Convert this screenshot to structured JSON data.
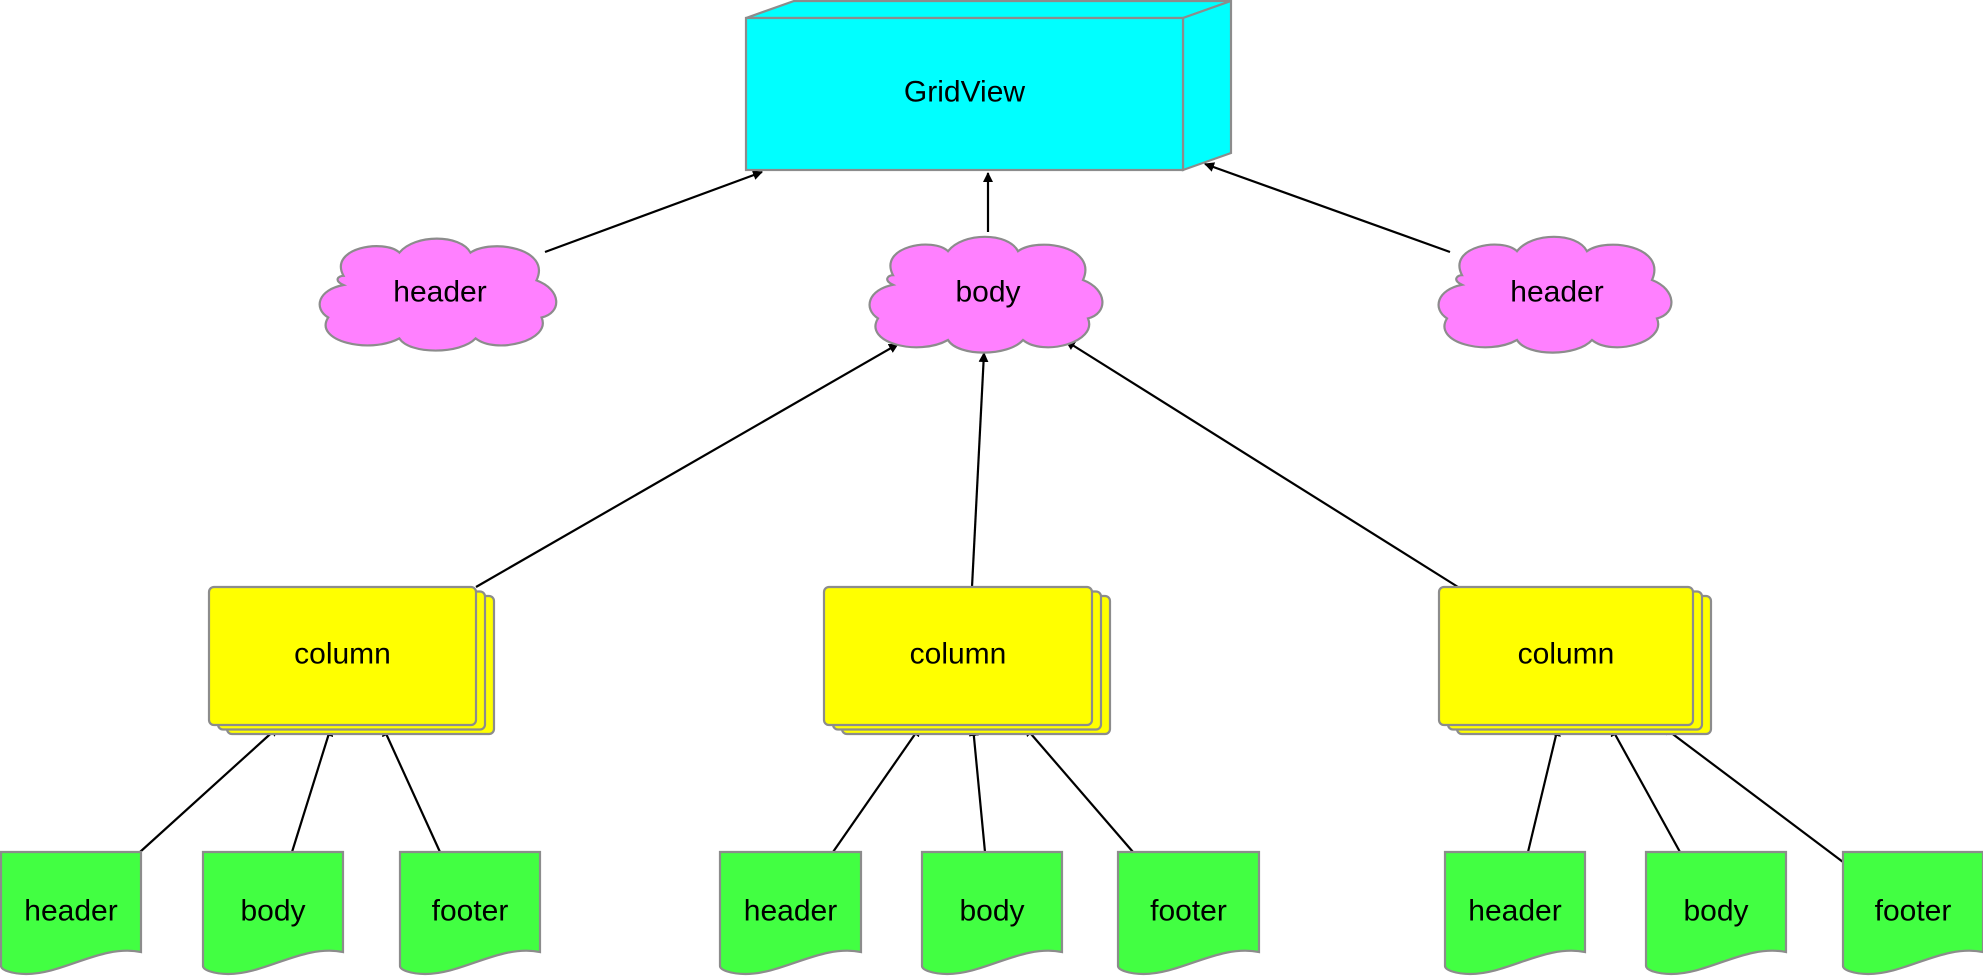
{
  "title": "GridView structure diagram",
  "colors": {
    "root_fill": "#00ffff",
    "section_fill": "#ff80ff",
    "column_fill": "#ffff00",
    "cell_fill": "#42ff42",
    "stroke": "#8c8c8c",
    "edge": "#000000"
  },
  "nodes": {
    "root": {
      "label": "GridView",
      "shape": "3d-box"
    },
    "sections": [
      {
        "id": "section-header-left",
        "label": "header",
        "shape": "cloud"
      },
      {
        "id": "section-body",
        "label": "body",
        "shape": "cloud"
      },
      {
        "id": "section-header-right",
        "label": "header",
        "shape": "cloud"
      }
    ],
    "columns": [
      {
        "id": "column-1",
        "label": "column",
        "shape": "stacked-rectangles"
      },
      {
        "id": "column-2",
        "label": "column",
        "shape": "stacked-rectangles"
      },
      {
        "id": "column-3",
        "label": "column",
        "shape": "stacked-rectangles"
      }
    ],
    "cells": [
      {
        "id": "cell-1-header",
        "label": "header",
        "column": "column-1",
        "shape": "document"
      },
      {
        "id": "cell-1-body",
        "label": "body",
        "column": "column-1",
        "shape": "document"
      },
      {
        "id": "cell-1-footer",
        "label": "footer",
        "column": "column-1",
        "shape": "document"
      },
      {
        "id": "cell-2-header",
        "label": "header",
        "column": "column-2",
        "shape": "document"
      },
      {
        "id": "cell-2-body",
        "label": "body",
        "column": "column-2",
        "shape": "document"
      },
      {
        "id": "cell-2-footer",
        "label": "footer",
        "column": "column-2",
        "shape": "document"
      },
      {
        "id": "cell-3-header",
        "label": "header",
        "column": "column-3",
        "shape": "document"
      },
      {
        "id": "cell-3-body",
        "label": "body",
        "column": "column-3",
        "shape": "document"
      },
      {
        "id": "cell-3-footer",
        "label": "footer",
        "column": "column-3",
        "shape": "document"
      }
    ]
  },
  "edges": [
    {
      "from": "section-header-left",
      "to": "root"
    },
    {
      "from": "section-body",
      "to": "root"
    },
    {
      "from": "section-header-right",
      "to": "root"
    },
    {
      "from": "column-1",
      "to": "section-body"
    },
    {
      "from": "column-2",
      "to": "section-body"
    },
    {
      "from": "column-3",
      "to": "section-body"
    },
    {
      "from": "cell-1-header",
      "to": "column-1"
    },
    {
      "from": "cell-1-body",
      "to": "column-1"
    },
    {
      "from": "cell-1-footer",
      "to": "column-1"
    },
    {
      "from": "cell-2-header",
      "to": "column-2"
    },
    {
      "from": "cell-2-body",
      "to": "column-2"
    },
    {
      "from": "cell-2-footer",
      "to": "column-2"
    },
    {
      "from": "cell-3-header",
      "to": "column-3"
    },
    {
      "from": "cell-3-body",
      "to": "column-3"
    },
    {
      "from": "cell-3-footer",
      "to": "column-3"
    }
  ]
}
